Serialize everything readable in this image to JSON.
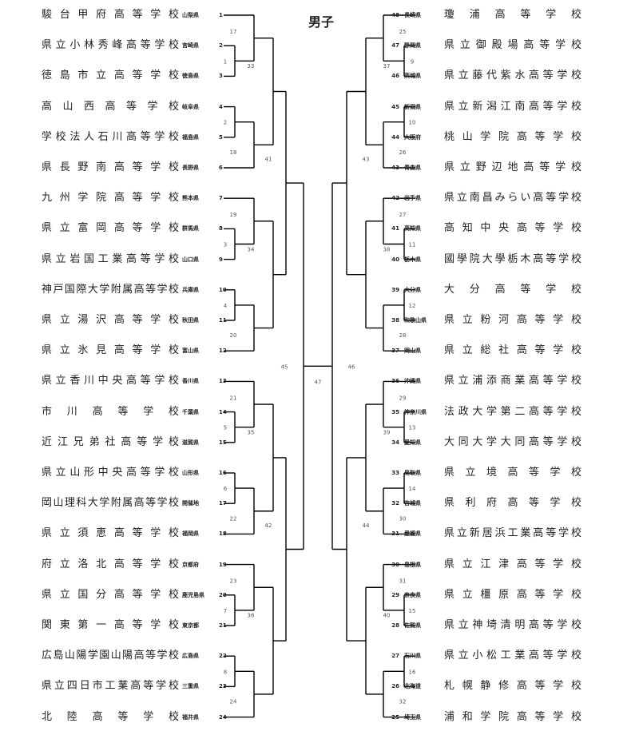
{
  "title": "男子",
  "left_teams": [
    {
      "seed": "1",
      "school": "駿台甲府高等学校",
      "pref": "山梨県"
    },
    {
      "seed": "2",
      "school": "県立小林秀峰高等学校",
      "pref": "宮崎県"
    },
    {
      "seed": "3",
      "school": "徳島市立高等学校",
      "pref": "徳島県"
    },
    {
      "seed": "4",
      "school": "高山西高等学校",
      "pref": "岐阜県"
    },
    {
      "seed": "5",
      "school": "学校法人石川高等学校",
      "pref": "福島県"
    },
    {
      "seed": "6",
      "school": "県長野南高等学校",
      "pref": "長野県"
    },
    {
      "seed": "7",
      "school": "九州学院高等学校",
      "pref": "熊本県"
    },
    {
      "seed": "8",
      "school": "県立富岡高等学校",
      "pref": "群馬県"
    },
    {
      "seed": "9",
      "school": "県立岩国工業高等学校",
      "pref": "山口県"
    },
    {
      "seed": "10",
      "school": "神戸国際大学附属高等学校",
      "pref": "兵庫県"
    },
    {
      "seed": "11",
      "school": "県立湯沢高等学校",
      "pref": "秋田県"
    },
    {
      "seed": "12",
      "school": "県立氷見高等学校",
      "pref": "富山県"
    },
    {
      "seed": "13",
      "school": "県立香川中央高等学校",
      "pref": "香川県"
    },
    {
      "seed": "14",
      "school": "市川高等学校",
      "pref": "千葉県"
    },
    {
      "seed": "15",
      "school": "近江兄弟社高等学校",
      "pref": "滋賀県"
    },
    {
      "seed": "16",
      "school": "県立山形中央高等学校",
      "pref": "山形県"
    },
    {
      "seed": "17",
      "school": "岡山理科大学附属高等学校",
      "pref": "開催地"
    },
    {
      "seed": "18",
      "school": "県立須恵高等学校",
      "pref": "福岡県"
    },
    {
      "seed": "19",
      "school": "府立洛北高等学校",
      "pref": "京都府"
    },
    {
      "seed": "20",
      "school": "県立国分高等学校",
      "pref": "鹿児島県"
    },
    {
      "seed": "21",
      "school": "関東第一高等学校",
      "pref": "東京都"
    },
    {
      "seed": "22",
      "school": "広島山陽学園山陽高等学校",
      "pref": "広島県"
    },
    {
      "seed": "23",
      "school": "県立四日市工業高等学校",
      "pref": "三重県"
    },
    {
      "seed": "24",
      "school": "北陸高等学校",
      "pref": "福井県"
    }
  ],
  "right_teams": [
    {
      "seed": "48",
      "school": "瓊浦高等学校",
      "pref": "長崎県"
    },
    {
      "seed": "47",
      "school": "県立御殿場高等学校",
      "pref": "静岡県"
    },
    {
      "seed": "46",
      "school": "県立藤代紫水高等学校",
      "pref": "茨城県"
    },
    {
      "seed": "45",
      "school": "県立新潟江南高等学校",
      "pref": "新潟県"
    },
    {
      "seed": "44",
      "school": "桃山学院高等学校",
      "pref": "大阪府"
    },
    {
      "seed": "43",
      "school": "県立野辺地高等学校",
      "pref": "青森県"
    },
    {
      "seed": "42",
      "school": "県立南昌みらい高等学校",
      "pref": "岩手県"
    },
    {
      "seed": "41",
      "school": "高知中央高等学校",
      "pref": "高知県"
    },
    {
      "seed": "40",
      "school": "國學院大學栃木高等学校",
      "pref": "栃木県"
    },
    {
      "seed": "39",
      "school": "大分高等学校",
      "pref": "大分県"
    },
    {
      "seed": "38",
      "school": "県立粉河高等学校",
      "pref": "和歌山県"
    },
    {
      "seed": "37",
      "school": "県立総社高等学校",
      "pref": "岡山県"
    },
    {
      "seed": "36",
      "school": "県立浦添商業高等学校",
      "pref": "沖縄県"
    },
    {
      "seed": "35",
      "school": "法政大学第二高等学校",
      "pref": "神奈川県"
    },
    {
      "seed": "34",
      "school": "大同大学大同高等学校",
      "pref": "愛知県"
    },
    {
      "seed": "33",
      "school": "県立境高等学校",
      "pref": "鳥取県"
    },
    {
      "seed": "32",
      "school": "県利府高等学校",
      "pref": "宮城県"
    },
    {
      "seed": "31",
      "school": "県立新居浜工業高等学校",
      "pref": "愛媛県"
    },
    {
      "seed": "30",
      "school": "県立江津高等学校",
      "pref": "島根県"
    },
    {
      "seed": "29",
      "school": "県立橿原高等学校",
      "pref": "奈良県"
    },
    {
      "seed": "28",
      "school": "県立神埼清明高等学校",
      "pref": "佐賀県"
    },
    {
      "seed": "27",
      "school": "県立小松工業高等学校",
      "pref": "石川県"
    },
    {
      "seed": "26",
      "school": "札幌静修高等学校",
      "pref": "北海道"
    },
    {
      "seed": "25",
      "school": "浦和学院高等学校",
      "pref": "埼玉県"
    }
  ],
  "left_groups": [
    {
      "pair_match": "1",
      "third_match": "17"
    },
    {
      "pair_match": "2",
      "third_match": "18"
    },
    {
      "pair_match": "3",
      "third_match": "19"
    },
    {
      "pair_match": "4",
      "third_match": "20"
    },
    {
      "pair_match": "5",
      "third_match": "21"
    },
    {
      "pair_match": "6",
      "third_match": "22"
    },
    {
      "pair_match": "7",
      "third_match": "23"
    },
    {
      "pair_match": "8",
      "third_match": "24"
    }
  ],
  "right_groups": [
    {
      "pair_match": "9",
      "third_match": "25"
    },
    {
      "pair_match": "10",
      "third_match": "26"
    },
    {
      "pair_match": "11",
      "third_match": "27"
    },
    {
      "pair_match": "12",
      "third_match": "28"
    },
    {
      "pair_match": "13",
      "third_match": "29"
    },
    {
      "pair_match": "14",
      "third_match": "30"
    },
    {
      "pair_match": "15",
      "third_match": "31"
    },
    {
      "pair_match": "16",
      "third_match": "32"
    }
  ],
  "left_r3": [
    "33",
    "34",
    "35",
    "36"
  ],
  "right_r3": [
    "37",
    "38",
    "39",
    "40"
  ],
  "left_r4": [
    "41",
    "42"
  ],
  "right_r4": [
    "43",
    "44"
  ],
  "left_semi": "45",
  "right_semi": "46",
  "final": "47"
}
